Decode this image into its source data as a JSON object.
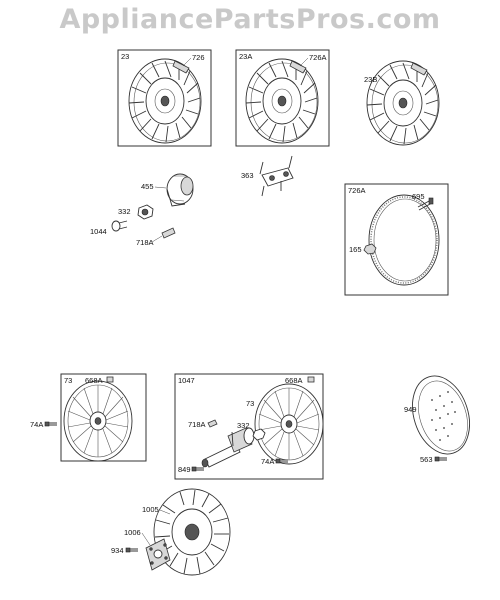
{
  "watermark": "AppliancePartsPros.com",
  "boxes": {
    "b23": "23",
    "b23a": "23A",
    "b726a": "726A",
    "b73": "73",
    "b1047": "1047"
  },
  "labels": {
    "p726": "726",
    "p726a": "726A",
    "p23b": "23B",
    "p455": "455",
    "p363": "363",
    "p332": "332",
    "p1044": "1044",
    "p718a": "718A",
    "p695": "695",
    "p165": "165",
    "p668a_1": "668A",
    "p74a_1": "74A",
    "p668a_2": "668A",
    "p73": "73",
    "p718a_2": "718A",
    "p332_2": "332",
    "p849": "849",
    "p74a_2": "74A",
    "p949": "949",
    "p563": "563",
    "p1005": "1005",
    "p1006": "1006",
    "p934": "934"
  }
}
